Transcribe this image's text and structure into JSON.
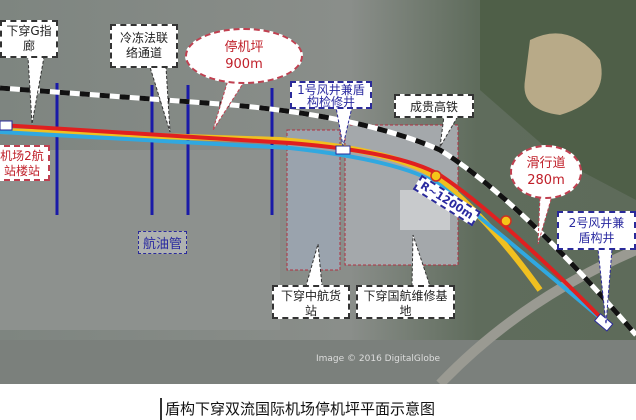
{
  "labels": {
    "g_concourse": "下穿G指廊",
    "freeze_passage": "冷冻法联络通道",
    "apron_title": "停机坪",
    "apron_length": "900m",
    "shaft1": "1号风井兼盾构检修井",
    "railway": "成贵高铁",
    "taxiway_title": "滑行道",
    "taxiway_length": "280m",
    "shaft2": "2号风井兼盾构井",
    "terminal2_station": "机场2航站楼站",
    "fuel_pipe": "航油管",
    "cargo_station": "下穿中航货站",
    "maintenance_base": "下穿国航维修基地",
    "radius": "R~1200m"
  },
  "watermark": "Image © 2016 DigitalGlobe",
  "caption": "盾构下穿双流国际机场停机坪平面示意图",
  "colors": {
    "tunnel_red": "#e02020",
    "tunnel_blue": "#30a8e0",
    "tunnel_yellow": "#f0c020",
    "fuel_pipe_blue": "#1a1aa8",
    "railway_dash": "#111111",
    "shaft_marker": "#f5c518"
  }
}
